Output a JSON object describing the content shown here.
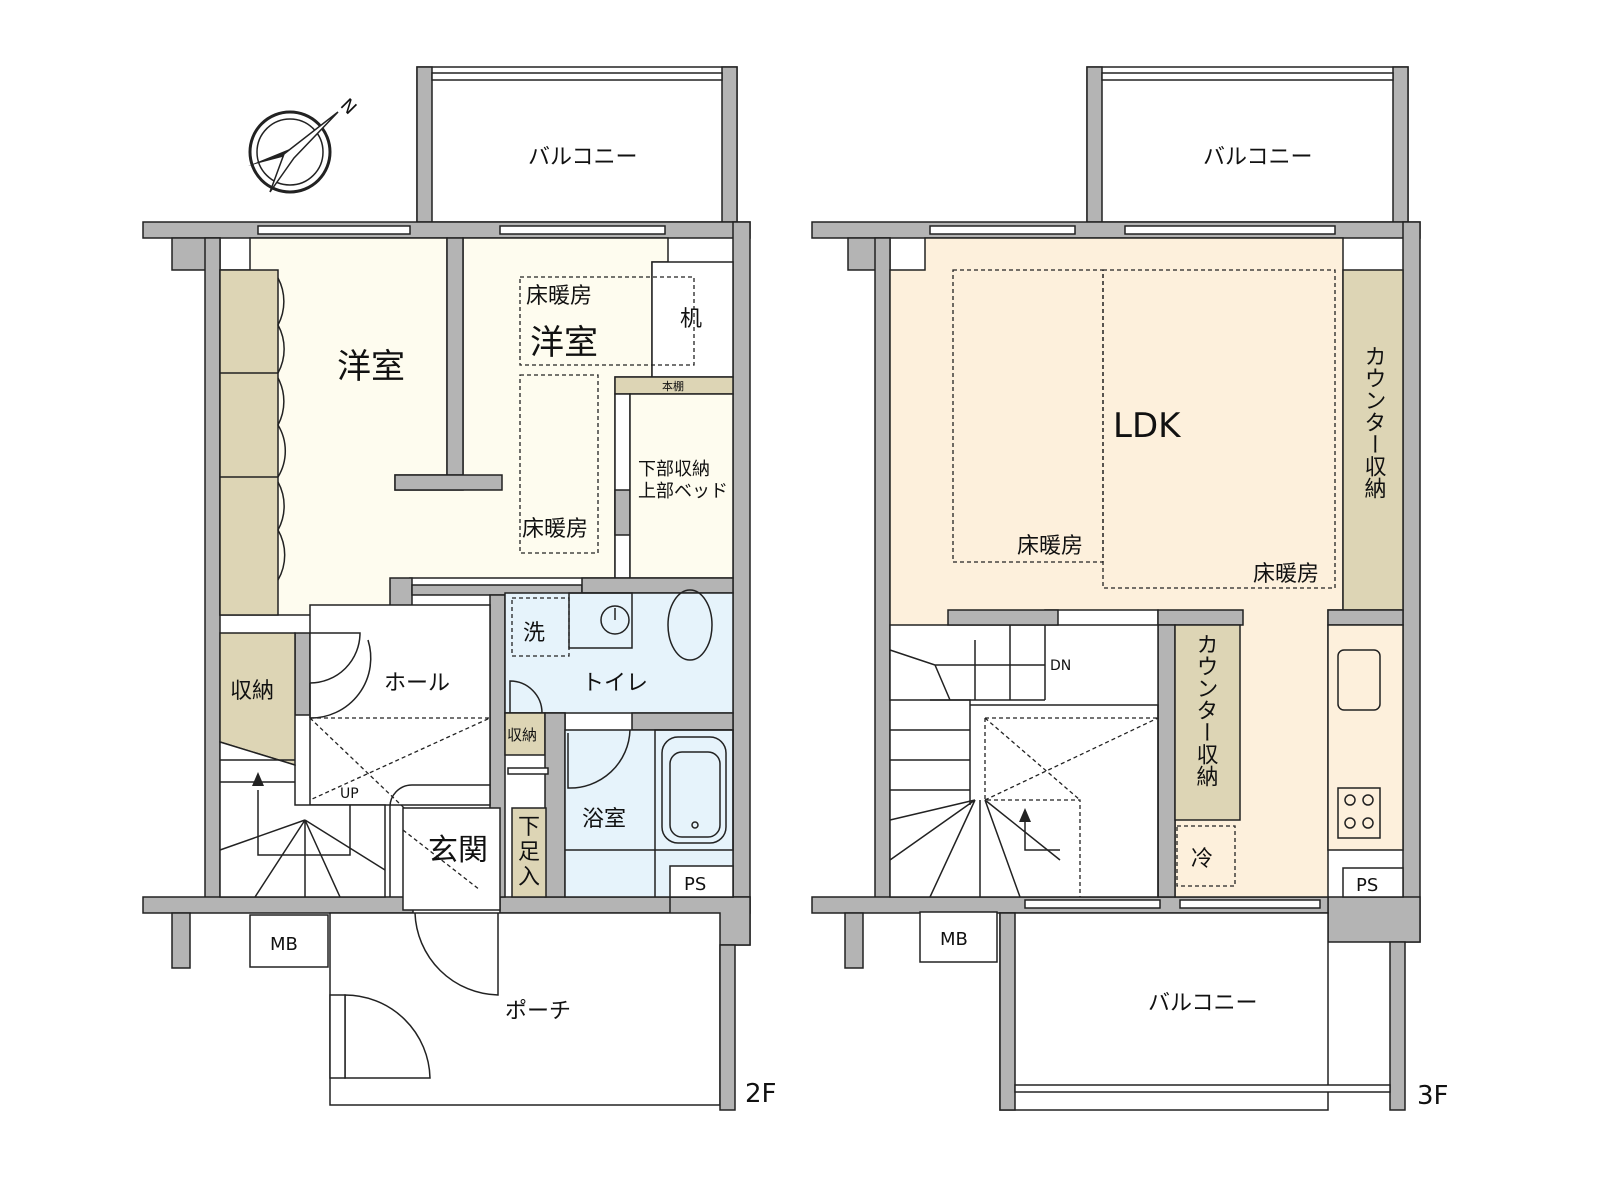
{
  "floor_2f": {
    "label": "2F",
    "rooms": {
      "western_room_1": "洋室",
      "western_room_2": "洋室",
      "floor_heating_1": "床暖房",
      "floor_heating_2": "床暖房",
      "desk": "机",
      "bookshelf": "本棚",
      "loft_bed_l1": "下部収納",
      "loft_bed_l2": "上部ベッド",
      "storage": "収納",
      "hall": "ホール",
      "up": "UP",
      "toilet": "トイレ",
      "washer": "洗",
      "small_storage": "収納",
      "bath": "浴室",
      "entrance": "玄関",
      "shoe_l1": "下",
      "shoe_l2": "足",
      "shoe_l3": "入",
      "ps": "PS",
      "mb": "MB",
      "porch": "ポーチ",
      "balcony": "バルコニー"
    }
  },
  "floor_3f": {
    "label": "3F",
    "rooms": {
      "ldk": "LDK",
      "floor_heating_1": "床暖房",
      "floor_heating_2": "床暖房",
      "counter_storage_right": "カウンター収納",
      "counter_storage_inner": "カウンター収納",
      "fridge": "冷",
      "dn": "DN",
      "ps": "PS",
      "mb": "MB",
      "balcony_top": "バルコニー",
      "balcony_bottom": "バルコニー"
    }
  },
  "compass": {
    "north": "N"
  }
}
